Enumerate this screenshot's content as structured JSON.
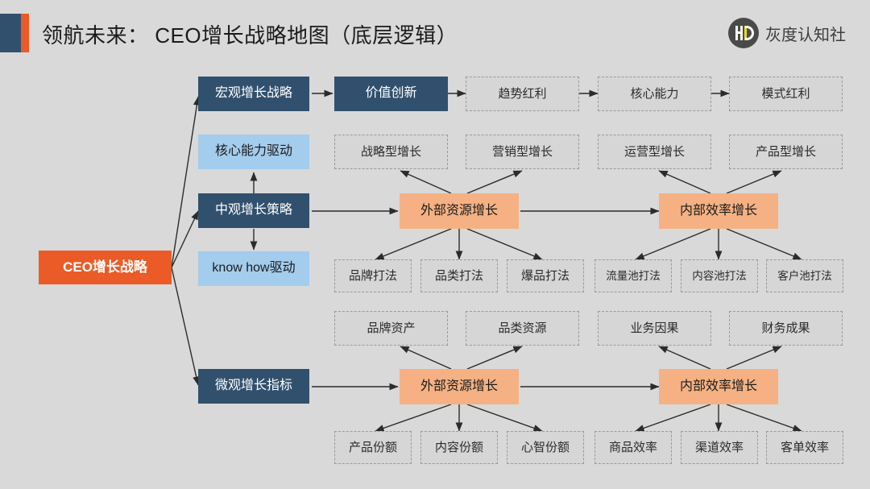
{
  "header": {
    "title": "领航未来： CEO增长战略地图（底层逻辑）",
    "brand_name": "灰度认知社",
    "brand_mark": "hd-monogram-icon",
    "accent_navy": "#31506e",
    "accent_orange": "#ea5b27"
  },
  "palette": {
    "background": "#d9d9d9",
    "root_orange": "#ea5b27",
    "level_navy": "#31506e",
    "driver_lightblue": "#a3cced",
    "hub_peach": "#f5b183",
    "leaf_gray": "#d6d6d6",
    "leaf_border": "#9a9a9a",
    "edge": "#2b2b2b"
  },
  "diagram": {
    "type": "strategy-map",
    "root": {
      "label": "CEO增长战略",
      "style": "root"
    },
    "levels": [
      {
        "id": "macro",
        "label": "宏观增长战略",
        "style": "navy"
      },
      {
        "id": "meso",
        "label": "中观增长策略",
        "style": "navy"
      },
      {
        "id": "micro",
        "label": "微观增长指标",
        "style": "navy"
      }
    ],
    "drivers": [
      {
        "id": "driver-core",
        "label": "核心能力驱动",
        "style": "lightblue"
      },
      {
        "id": "driver-know",
        "label": "know how驱动",
        "style": "lightblue"
      }
    ],
    "macro_chain": [
      {
        "label": "价值创新",
        "style": "navy"
      },
      {
        "label": "趋势红利",
        "style": "dash"
      },
      {
        "label": "核心能力",
        "style": "dash"
      },
      {
        "label": "模式红利",
        "style": "dash"
      }
    ],
    "growth_types": [
      {
        "label": "战略型增长",
        "style": "dash"
      },
      {
        "label": "营销型增长",
        "style": "dash"
      },
      {
        "label": "运营型增长",
        "style": "dash"
      },
      {
        "label": "产品型增长",
        "style": "dash"
      }
    ],
    "meso_hubs": [
      {
        "id": "meso-external",
        "label": "外部资源增长",
        "style": "hub"
      },
      {
        "id": "meso-internal",
        "label": "内部效率增长",
        "style": "hub"
      }
    ],
    "meso_tactics_external": [
      {
        "label": "品牌打法",
        "style": "dash"
      },
      {
        "label": "品类打法",
        "style": "dash"
      },
      {
        "label": "爆品打法",
        "style": "dash"
      }
    ],
    "meso_tactics_internal": [
      {
        "label": "流量池打法",
        "style": "dash"
      },
      {
        "label": "内容池打法",
        "style": "dash"
      },
      {
        "label": "客户池打法",
        "style": "dash"
      }
    ],
    "micro_assets_external": [
      {
        "label": "品牌资产",
        "style": "dash"
      },
      {
        "label": "品类资源",
        "style": "dash"
      }
    ],
    "micro_assets_internal": [
      {
        "label": "业务因果",
        "style": "dash"
      },
      {
        "label": "财务成果",
        "style": "dash"
      }
    ],
    "micro_hubs": [
      {
        "id": "micro-external",
        "label": "外部资源增长",
        "style": "hub"
      },
      {
        "id": "micro-internal",
        "label": "内部效率增长",
        "style": "hub"
      }
    ],
    "micro_metrics_external": [
      {
        "label": "产品份额",
        "style": "dash"
      },
      {
        "label": "内容份额",
        "style": "dash"
      },
      {
        "label": "心智份额",
        "style": "dash"
      }
    ],
    "micro_metrics_internal": [
      {
        "label": "商品效率",
        "style": "dash"
      },
      {
        "label": "渠道效率",
        "style": "dash"
      },
      {
        "label": "客单效率",
        "style": "dash"
      }
    ]
  }
}
